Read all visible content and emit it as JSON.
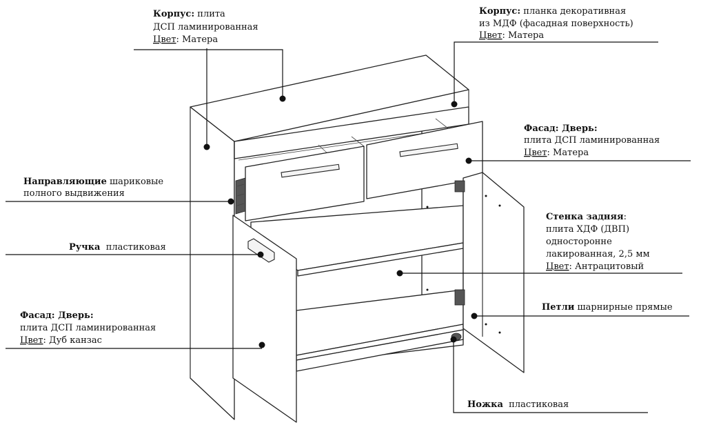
{
  "callouts": {
    "body_panel": {
      "title": "Корпус:",
      "text": "плита",
      "line2": "ДСП ламинированная",
      "color_label": "Цвет",
      "color_value": ": Матера"
    },
    "body_strip": {
      "title": "Корпус:",
      "text": "планка декоративная",
      "line2": "из МДФ (фасадная поверхность)",
      "color_label": "Цвет",
      "color_value": ": Матера"
    },
    "front_drawer": {
      "title": "Фасад: Дверь:",
      "line2": "плита ДСП ламинированная",
      "color_label": "Цвет",
      "color_value": ": Матера"
    },
    "guides": {
      "title": "Направляющие",
      "text": " шариковые",
      "line2": "полного выдвижения"
    },
    "back_wall": {
      "title": "Стенка задняя",
      "title_suffix": ":",
      "line2": "плита ХДФ (ДВП)",
      "line3": "односторонне",
      "line4": "лакированная, 2,5 мм",
      "color_label": "Цвет",
      "color_value": ": Антрацитовый"
    },
    "handle": {
      "title": "Ручка",
      "text": "  пластиковая"
    },
    "hinges": {
      "title": "Петли",
      "text": " шарнирные прямые"
    },
    "front_door": {
      "title": "Фасад: Дверь:",
      "line2": "плита ДСП ламинированная",
      "color_label": "Цвет",
      "color_value": ": Дуб канзас"
    },
    "leg": {
      "title": "Ножка",
      "text": "  пластиковая"
    }
  }
}
